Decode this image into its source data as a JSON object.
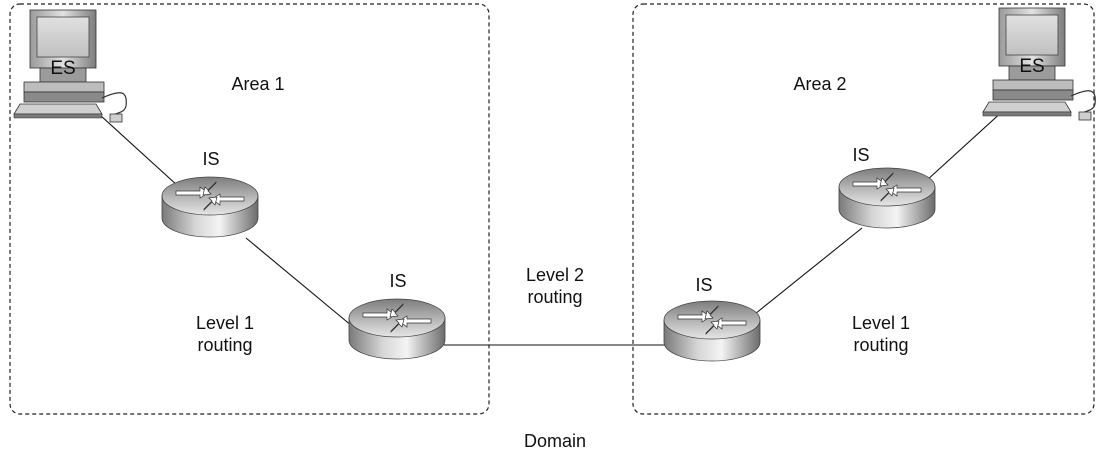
{
  "areas": [
    {
      "title": "Area 1",
      "routing": "Level 1\nrouting"
    },
    {
      "title": "Area 2",
      "routing": "Level 1\nrouting"
    }
  ],
  "end_systems": [
    {
      "label": "ES"
    },
    {
      "label": "ES"
    }
  ],
  "routers": [
    {
      "label": "IS"
    },
    {
      "label": "IS"
    },
    {
      "label": "IS"
    },
    {
      "label": "IS"
    }
  ],
  "inter_area_link": {
    "label": "Level 2\nrouting"
  },
  "domain": {
    "label": "Domain"
  },
  "colors": {
    "border": "#222222",
    "router_light": "#f2f2f2",
    "router_dark": "#6f6f6f",
    "computer_light": "#d8d8d8",
    "computer_dark": "#6a6a6a"
  }
}
